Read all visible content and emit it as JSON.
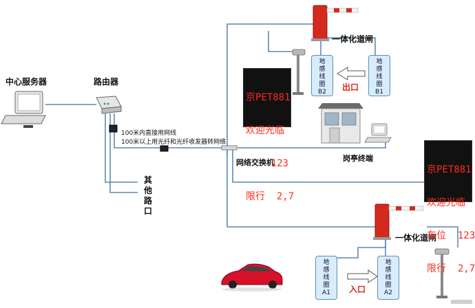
{
  "labels": {
    "central_server": "中心服务器",
    "router": "路由器",
    "cable_note_1": "100米内直接用网线",
    "cable_note_2": "100米以上用光纤和光纤收发器转网络",
    "other_crossings": [
      "其",
      "他",
      "路",
      "口"
    ],
    "network_switch": "网络交换机",
    "booth_terminal": "岗亭终端",
    "gate_top": "一体化道闸",
    "gate_bottom": "一体化道闸",
    "exit": "出口",
    "entrance": "入口"
  },
  "sensors": {
    "b2": {
      "lines": [
        "地",
        "感",
        "线",
        "圈"
      ],
      "code": "B2"
    },
    "b1": {
      "lines": [
        "地",
        "感",
        "线",
        "圈"
      ],
      "code": "B1"
    },
    "a1": {
      "lines": [
        "地",
        "感",
        "线",
        "圈"
      ],
      "code": "A1"
    },
    "a2": {
      "lines": [
        "地",
        "感",
        "线",
        "圈"
      ],
      "code": "A2"
    }
  },
  "led_top": [
    "京PET881",
    "欢迎光临",
    "限行  2,7"
  ],
  "led_top_extra": "123",
  "led_right": [
    "京PET881",
    "欢迎光临",
    "车位  123",
    "限行  2,7"
  ],
  "colors": {
    "wire": "#3a6ea5",
    "barrier_red": "#d42a1e",
    "led_text": "#ff2a1a",
    "car": "#d8102a"
  }
}
